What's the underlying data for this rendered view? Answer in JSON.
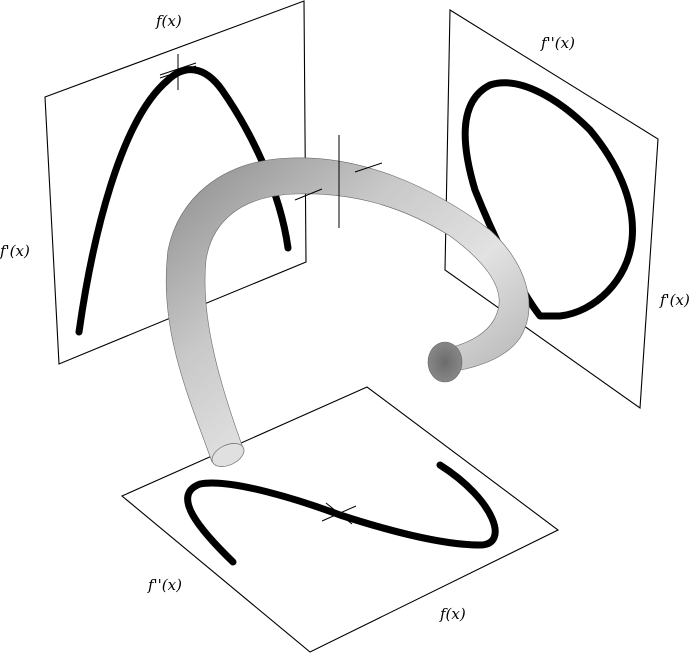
{
  "figure": {
    "description": "3D phase-space trajectory (tube) with projections onto three coordinate planes",
    "colors": {
      "tube_light": "#e6e6e6",
      "tube_mid": "#b4b4b4",
      "tube_dark": "#7a7a7a",
      "curve": "#000000",
      "plane": "#000000"
    }
  },
  "planes": {
    "left": {
      "name": "f-f' plane",
      "top_label": "f(x)",
      "side_label": "f'(x)",
      "curve_shape": "inverted parabola (arch)"
    },
    "right": {
      "name": "f''-f' plane",
      "top_label": "f''(x)",
      "side_label": "f'(x)",
      "curve_shape": "closed teardrop loop"
    },
    "bottom": {
      "name": "f-f'' plane",
      "left_label": "f''(x)",
      "right_label": "f(x)",
      "curve_shape": "S-shaped curve"
    }
  },
  "tube": {
    "shape": "curved 3D tube forming a hook/arc",
    "shading": "gray"
  }
}
